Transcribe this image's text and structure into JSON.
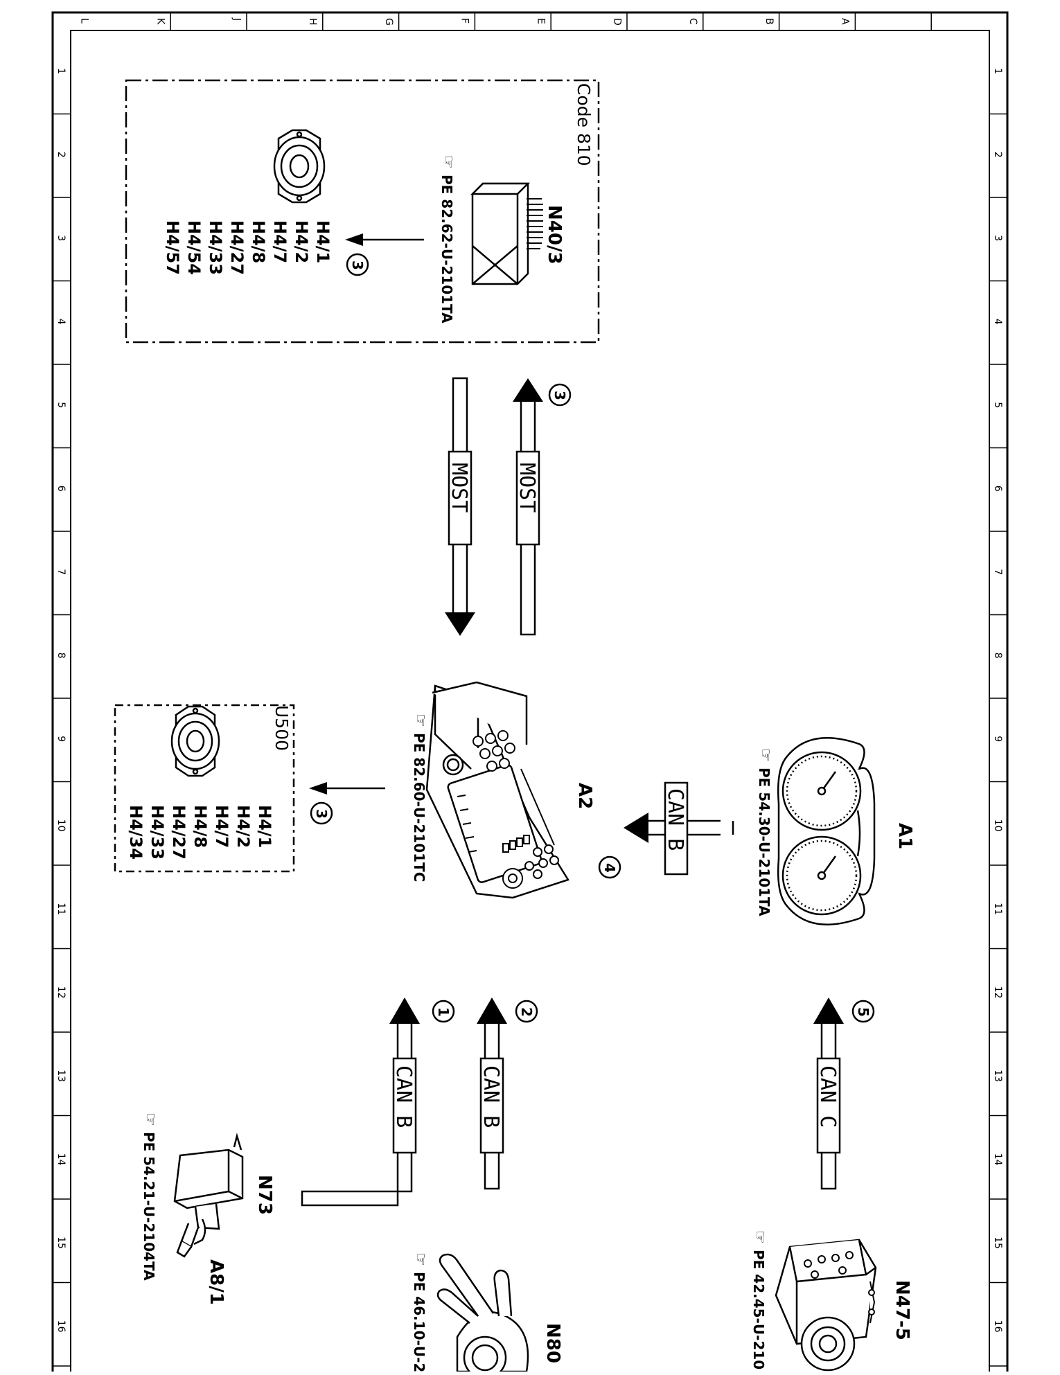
{
  "frame": {
    "column_letters": [
      "L",
      "K",
      "J",
      "H",
      "G",
      "F",
      "E",
      "D",
      "C",
      "B",
      "A"
    ],
    "row_numbers": [
      "1",
      "2",
      "3",
      "4",
      "5",
      "6",
      "7",
      "8",
      "9",
      "10",
      "11",
      "12",
      "13",
      "14",
      "15",
      "16"
    ]
  },
  "components": {
    "n40_3": {
      "label": "N40/3",
      "ref": "PE 82.62-U-2101TA"
    },
    "a2": {
      "label": "A2",
      "ref": "PE 82.60-U-2101TC"
    },
    "a1": {
      "label": "A1",
      "ref": "PE 54.30-U-2101TA"
    },
    "n73": {
      "label": "N73",
      "ref": "PE 54.21-U-2104TA",
      "sub_label": "A8/1"
    },
    "n80": {
      "label": "N80",
      "ref": "PE 46.10-U-2"
    },
    "n47_5": {
      "label": "N47-5",
      "ref": "PE 42.45-U-210"
    }
  },
  "ref_glyph": "☞",
  "groups": {
    "code810": {
      "label": "Code 810",
      "pins": [
        "H4/1",
        "H4/2",
        "H4/7",
        "H4/8",
        "H4/27",
        "H4/33",
        "H4/54",
        "H4/57"
      ]
    },
    "u500": {
      "label": "U500",
      "pins": [
        "H4/1",
        "H4/2",
        "H4/7",
        "H4/8",
        "H4/27",
        "H4/33",
        "H4/34"
      ]
    }
  },
  "buses": {
    "most_up": "MOST",
    "most_down": "MOST",
    "can_b_a1": "CAN B",
    "can_b_1": "CAN B",
    "can_b_2": "CAN B",
    "can_c_5": "CAN C"
  },
  "step_numbers": {
    "code810_arrow": "3",
    "most_up": "3",
    "u500_arrow": "3",
    "can_b_a1": "4",
    "can_b_1": "1",
    "can_b_2": "2",
    "can_c_5": "5"
  }
}
